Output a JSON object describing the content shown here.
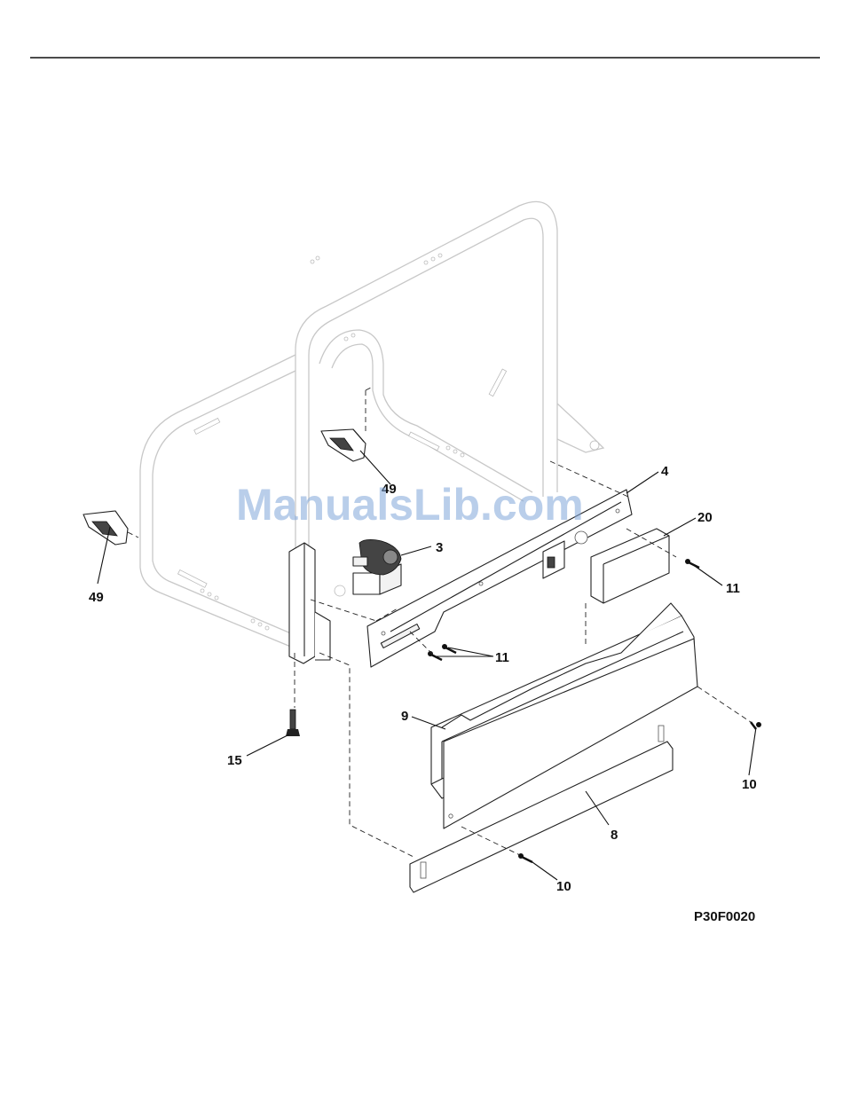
{
  "header": {
    "rule": true
  },
  "watermark": "ManualsLib.com",
  "figure_code": "P30F0020",
  "callouts": {
    "c3": "3",
    "c4": "4",
    "c20": "20",
    "c11_right": "11",
    "c11_mid": "11",
    "c49_upper": "49",
    "c49_left": "49",
    "c15": "15",
    "c9": "9",
    "c10_right": "10",
    "c8": "8",
    "c10_bottom": "10"
  }
}
